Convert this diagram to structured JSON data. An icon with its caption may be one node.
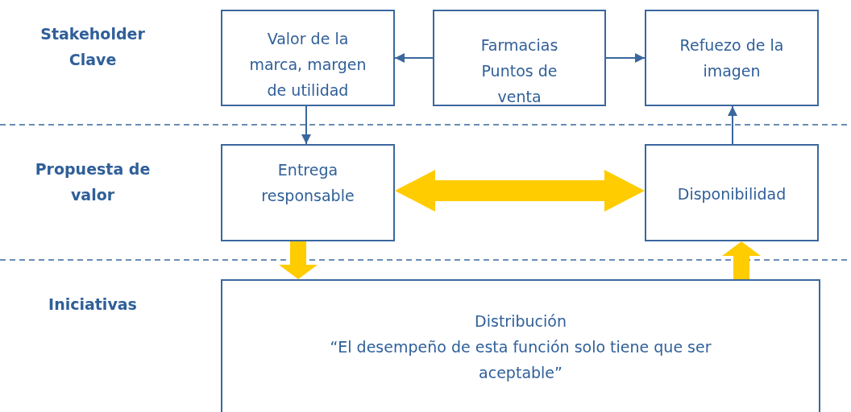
{
  "diagram": {
    "nodes": [
      {
        "text": [
          "Valor de la marca, margen de utilidad"
        ]
      },
      {
        "text": [
          "Farmacias Puntos de venta"
        ]
      },
      {
        "text": [
          "Refuezo de la imagen"
        ]
      },
      {
        "text": [
          "Entrega responsable"
        ]
      },
      {
        "text": [
          "Disponibilidad"
        ]
      },
      {
        "text": [
          "Distribución",
          "“El desempeño de esta función solo tiene que ser aceptable”"
        ]
      }
    ],
    "edges": [
      {
        "from": 1,
        "to": 0,
        "arrow": "to"
      },
      {
        "from": 1,
        "to": 2,
        "arrow": "to"
      },
      {
        "from": 0,
        "to": 3,
        "arrow": "to"
      },
      {
        "from": 4,
        "to": 2,
        "arrow": "to"
      },
      {
        "from": 3,
        "to": 4,
        "arrow": "both",
        "style": "thick",
        "color": "#ffcc00"
      },
      {
        "from": 3,
        "to": 5,
        "arrow": "to",
        "style": "thick",
        "color": "#ffcc00"
      },
      {
        "from": 5,
        "to": 4,
        "arrow": "to",
        "style": "thick",
        "color": "#ffcc00"
      }
    ],
    "labels": [
      "Stakeholder Clave",
      "Propuesta de valor",
      "Iniciativas"
    ]
  }
}
